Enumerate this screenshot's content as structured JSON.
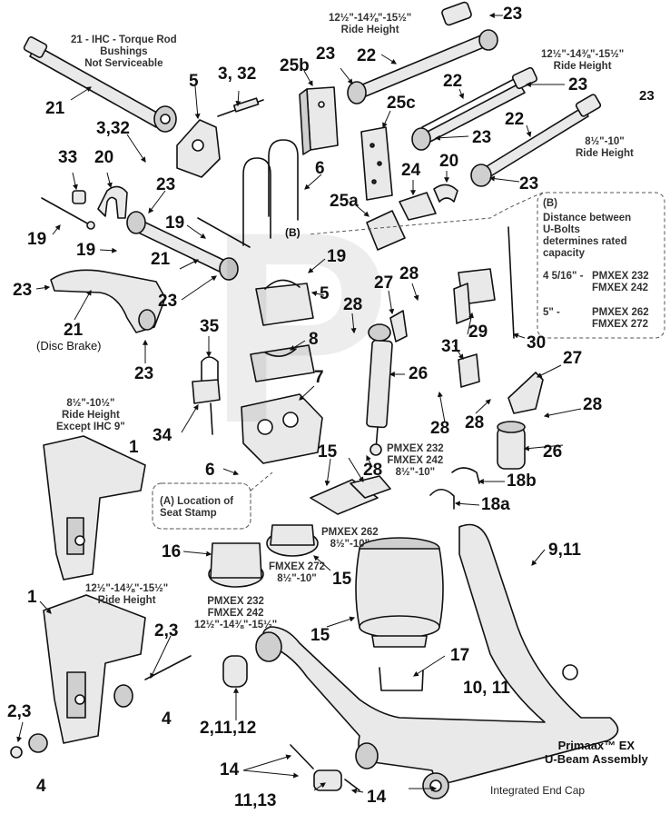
{
  "callouts": {
    "c21_top": "21",
    "c23_top": "23",
    "c22_top": "22",
    "c23_top2": "23",
    "c25b": "25b",
    "c5_top": "5",
    "c3_32_top": "3, 32",
    "c22_mid": "22",
    "c23_mid": "23",
    "c23_r1": "23",
    "c25c": "25c",
    "c22_r": "22",
    "c23_r2": "23",
    "c3_32_left": "3,32",
    "c33": "33",
    "c20_left": "20",
    "c6_top": "6",
    "c24": "24",
    "c20_right": "20",
    "c23_r3": "23",
    "c23_left1": "23",
    "c19_a": "19",
    "c19_b": "19",
    "c25a": "25a",
    "c19_c": "19",
    "c19_d": "19",
    "c21_mid": "21",
    "c23_l2": "23",
    "c23_l3": "23",
    "c5_mid": "5",
    "c28_a": "28",
    "c27_a": "27",
    "c28_b": "28",
    "c21_disc": "21",
    "c23_l4": "23",
    "c35": "35",
    "c8": "8",
    "c29": "29",
    "c30": "30",
    "c31": "31",
    "c27_b": "27",
    "c7": "7",
    "c26_a": "26",
    "c28_c": "28",
    "c28_d": "28",
    "c28_e": "28",
    "c34": "34",
    "c1_a": "1",
    "c26_b": "26",
    "c15_a": "15",
    "c28_f": "28",
    "c6_low": "6",
    "c18b": "18b",
    "c18a": "18a",
    "c16": "16",
    "c15_b": "15",
    "c9_11": "9,11",
    "c1_b": "1",
    "c15_c": "15",
    "c2_3_a": "2,3",
    "c4_a": "4",
    "c17": "17",
    "c10_11": "10, 11",
    "c2_3_b": "2,3",
    "c2_11_12": "2,11,12",
    "c4_b": "4",
    "c14_a": "14",
    "c11_13": "11,13",
    "c14_b": "14"
  },
  "notes": {
    "ihc_l1": "21 - IHC - Torque Rod",
    "ihc_l2": "Bushings",
    "ihc_l3": "Not Serviceable",
    "rh1_l1": "12½\"-14⅜\"-15½\"",
    "rh1_l2": "Ride Height",
    "rh2_l1": "12½\"-14⅜\"-15½\"",
    "rh2_l2": "Ride Height",
    "rh3_l1": "8½\"-10\"",
    "rh3_l2": "Ride Height",
    "disc": "(Disc Brake)",
    "rh4_l1": "8½\"-10½\"",
    "rh4_l2": "Ride Height",
    "rh4_l3": "Except IHC 9\"",
    "b_title": "(B)",
    "b_l1": "Distance between",
    "b_l2": "U-Bolts",
    "b_l3": "determines rated",
    "b_l4": "capacity",
    "b_r1a": "4 5/16\" -",
    "b_r1b": "PMXEX 232",
    "b_r1c": "FMXEX 242",
    "b_r2a": "5\" -",
    "b_r2b": "PMXEX 262",
    "b_r2c": "FMXEX 272",
    "b_marker": "(B)",
    "pm232_l1": "PMXEX 232",
    "pm232_l2": "FMXEX 242",
    "pm232_l3": "8½\"-10\"",
    "stamp_l1": "(A) Location of",
    "stamp_l2": "Seat Stamp",
    "pm262_l1": "PMXEX 262",
    "pm262_l2": "8½\"-10\"",
    "fm272_l1": "FMXEX 272",
    "fm272_l2": "8½\"-10\"",
    "pm232b_l1": "PMXEX 232",
    "pm232b_l2": "FMXEX 242",
    "pm232b_l3": "12½\"-14⅜\"-15½\"",
    "rh5_l1": "12½\"-14⅜\"-15½\"",
    "rh5_l2": "Ride Height",
    "endcap": "Integrated End Cap"
  },
  "title": {
    "l1": "Primaax™ EX",
    "l2": "U-Beam Assembly"
  }
}
